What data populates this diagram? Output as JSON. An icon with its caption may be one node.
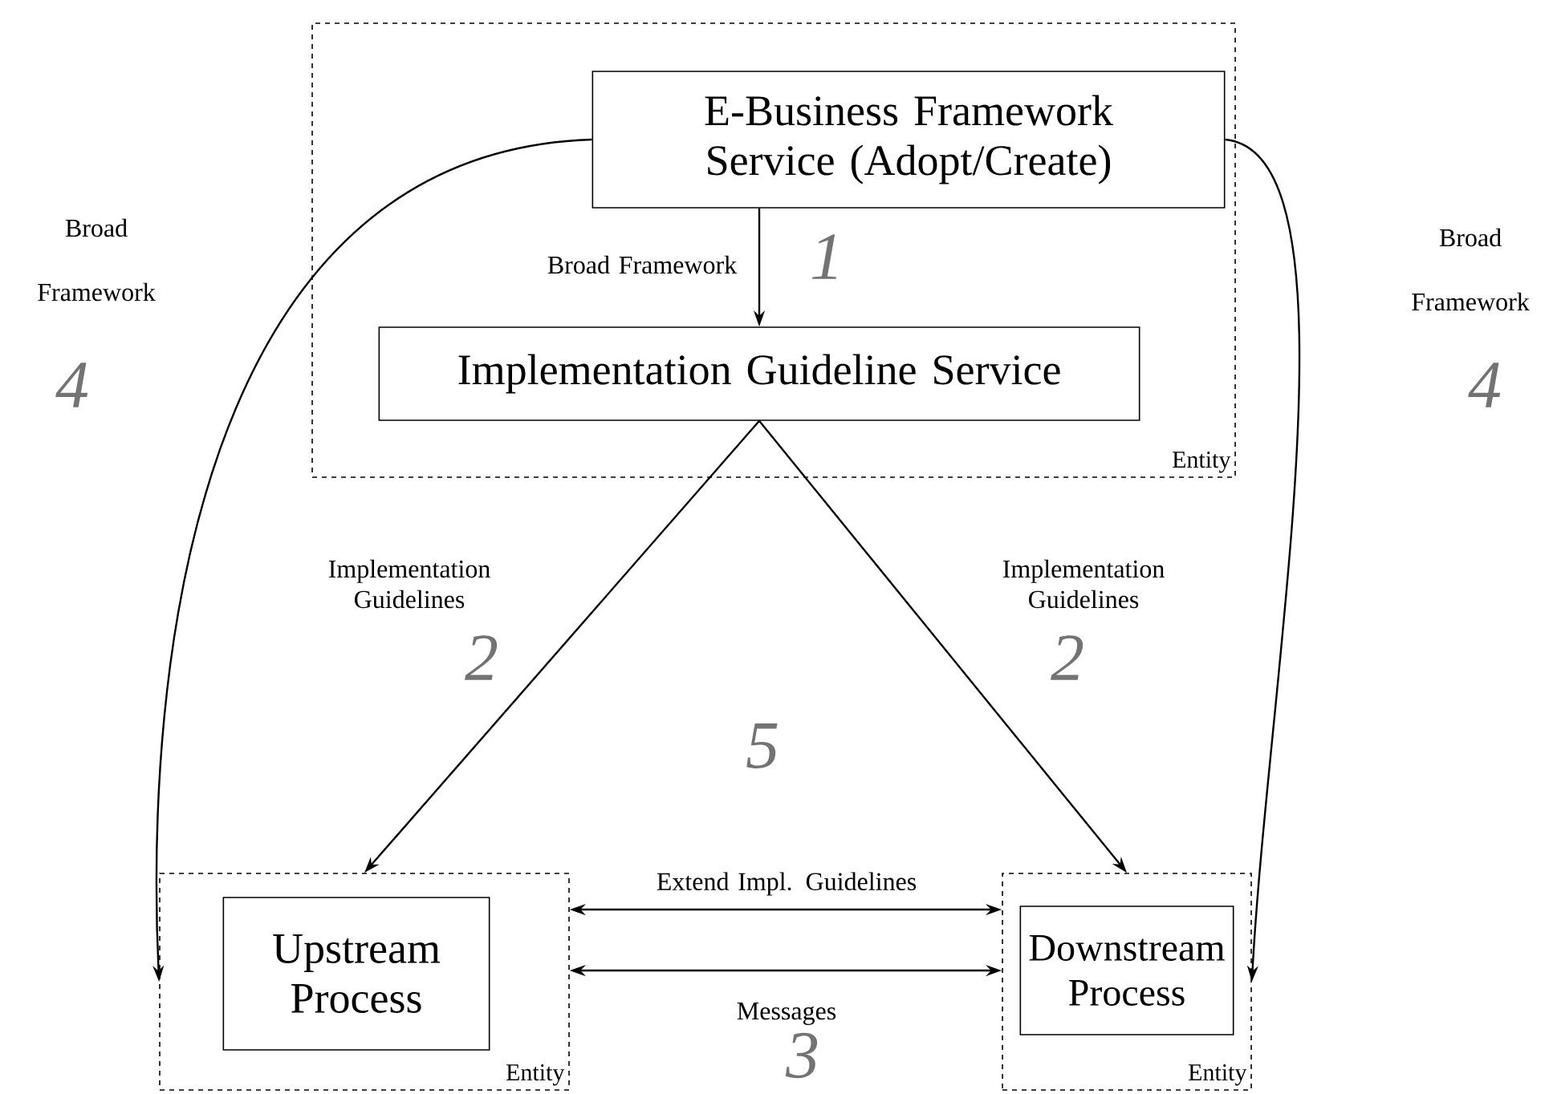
{
  "diagram": {
    "nodes": [
      {
        "text": [
          "Entity"
        ]
      },
      {
        "text": [
          "E-Business Framework Service (Adopt/Create)"
        ],
        "in": 0
      },
      {
        "text": [
          "Implementation Guideline Service"
        ],
        "in": 0
      },
      {
        "text": [
          "Entity"
        ]
      },
      {
        "text": [
          "Upstream Process"
        ],
        "in": 3
      },
      {
        "text": [
          "Entity"
        ]
      },
      {
        "text": [
          "Downstream Process"
        ],
        "in": 5
      }
    ],
    "edges": [
      {
        "from": 1,
        "to": 2,
        "arrow": "to",
        "label": "Broad Framework"
      },
      {
        "from": 1,
        "to": 3,
        "arrow": "to",
        "label": "Broad Framework"
      },
      {
        "from": 1,
        "to": 5,
        "arrow": "to",
        "label": "Broad Framework"
      },
      {
        "from": 2,
        "to": 3,
        "arrow": "to",
        "label": "Implementation Guidelines"
      },
      {
        "from": 2,
        "to": 5,
        "arrow": "to",
        "label": "Implementation Guidelines"
      },
      {
        "from": 3,
        "to": 5,
        "arrow": "both",
        "label": "Extend Impl. Guidelines"
      },
      {
        "from": 3,
        "to": 5,
        "arrow": "both",
        "label": "Messages"
      }
    ],
    "labels": [
      "1",
      "4",
      "4",
      "2",
      "2",
      "5",
      "3"
    ]
  }
}
